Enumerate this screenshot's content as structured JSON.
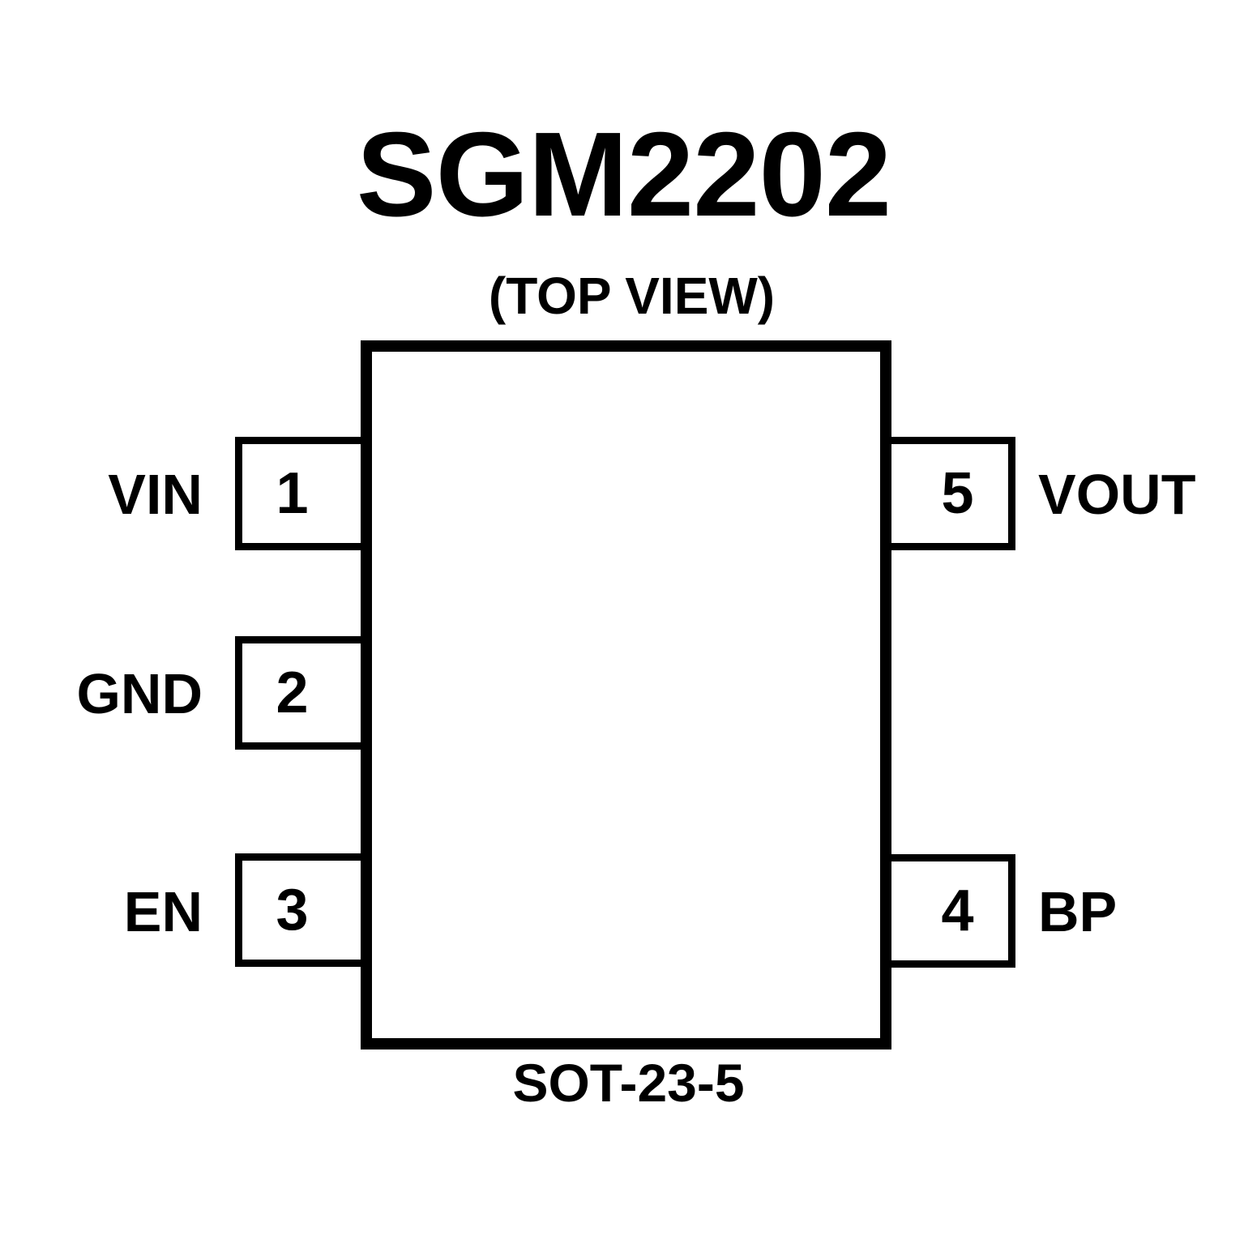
{
  "diagram": {
    "title": "SGM2202",
    "subtitle": "(TOP VIEW)",
    "package_caption": "SOT-23-5",
    "colors": {
      "outline": "#000000",
      "background": "#ffffff",
      "text": "#000000"
    },
    "pins": [
      {
        "number": "1",
        "name": "VIN",
        "side": "left"
      },
      {
        "number": "2",
        "name": "GND",
        "side": "left"
      },
      {
        "number": "3",
        "name": "EN",
        "side": "left"
      },
      {
        "number": "4",
        "name": "BP",
        "side": "right"
      },
      {
        "number": "5",
        "name": "VOUT",
        "side": "right"
      }
    ]
  }
}
